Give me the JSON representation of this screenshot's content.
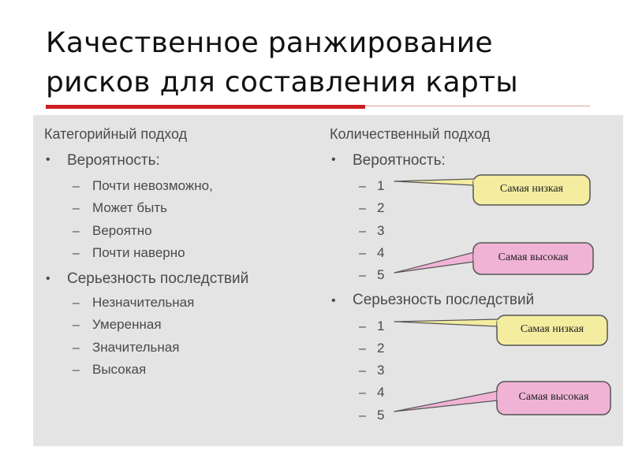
{
  "slide": {
    "title_line1": "Качественное ранжирование",
    "title_line2": "рисков для составления карты",
    "colors": {
      "accent_red": "#cc1f1f",
      "panel_bg": "#e4e4e4",
      "callout_yellow": "#f4eda0",
      "callout_pink": "#f0b3d6"
    }
  },
  "left": {
    "heading": "Категорийный подход",
    "probability": {
      "label": "Вероятность:",
      "items": [
        "Почти невозможно,",
        "Может быть",
        "Вероятно",
        "Почти наверно"
      ]
    },
    "severity": {
      "label": "Серьезность последствий",
      "items": [
        "Незначительная",
        "Умеренная",
        "Значительная",
        "Высокая"
      ]
    }
  },
  "right": {
    "heading": "Количественный подход",
    "probability": {
      "label": "Вероятность:",
      "items": [
        "1",
        "2",
        "3",
        "4",
        "5"
      ]
    },
    "severity": {
      "label": "Серьезность последствий",
      "items": [
        "1",
        "2",
        "3",
        "4",
        "5"
      ]
    }
  },
  "callouts": {
    "lowest": "Самая низкая",
    "highest": "Самая высокая"
  },
  "symbols": {
    "bullet": "•",
    "dash": "–"
  }
}
